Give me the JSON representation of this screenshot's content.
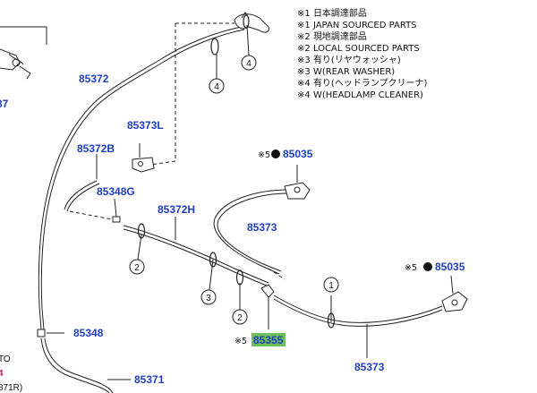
{
  "notes": [
    {
      "mark": "※1",
      "text": "日本調達部品"
    },
    {
      "mark": "※1",
      "text": "JAPAN SOURCED PARTS"
    },
    {
      "mark": "※2",
      "text": "現地調達部品"
    },
    {
      "mark": "※2",
      "text": "LOCAL SOURCED PARTS"
    },
    {
      "mark": "※3",
      "text": "有り(リヤウォッシャ)"
    },
    {
      "mark": "※3",
      "text": "W(REAR WASHER)"
    },
    {
      "mark": "※4",
      "text": "有り(ヘッドランプクリーナ)"
    },
    {
      "mark": "※4",
      "text": "W(HEADLAMP CLEANER)"
    }
  ],
  "parts": {
    "p85372": "85372",
    "p85373L": "85373L",
    "p85372B": "85372B",
    "p85348G": "85348G",
    "p85372H": "85372H",
    "p85373_upper": "85373",
    "p85373_lower": "85373",
    "p85035_upper": "85035",
    "p85035_right": "85035",
    "p85355": "85355",
    "p85348": "85348",
    "p85371": "85371",
    "edge_left": "87"
  },
  "remark_marks": {
    "r85035_upper": "※5",
    "r85035_right": "※5",
    "r85355": "※5"
  },
  "callouts": {
    "c4_top": "4",
    "c4_mid": "4",
    "c2_a": "2",
    "c3": "3",
    "c2_b": "2",
    "c1": "1"
  },
  "left_fragments": {
    "frag1": "TO",
    "frag2": "4",
    "frag3": "871R)"
  },
  "colors": {
    "part_number": "#1f3fc0",
    "highlight": "#6cbf5a",
    "line": "#222222",
    "pink": "#c0206a"
  }
}
